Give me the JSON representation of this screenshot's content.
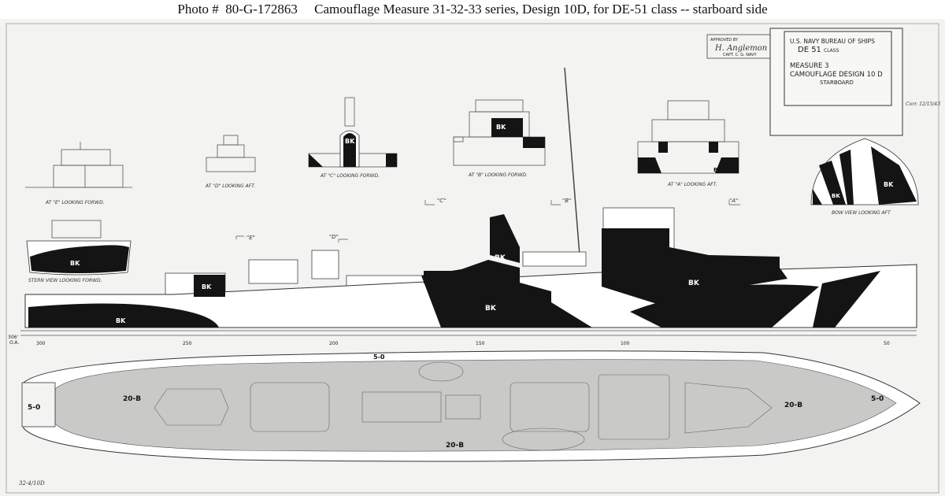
{
  "caption": {
    "photo_no": "Photo #  80-G-172863",
    "title": "Camouflage Measure 31-32-33 series, Design 10D, for DE-51 class -- starboard side"
  },
  "approval": {
    "stamp": "APPROVED BY",
    "signature": "H. Anglemon",
    "rank": "CAPT. C. G. NAVY"
  },
  "title_block": {
    "line1": "U.S. NAVY  BUREAU OF SHIPS",
    "class_no": "DE 51",
    "class_word": "CLASS",
    "measure": "MEASURE 3",
    "design": "CAMOUFLAGE DESIGN 10 D",
    "side": "STARBOARD"
  },
  "side_note": "Corr. 12/15/43",
  "section_labels": {
    "e": "AT \"E\" LOOKING FORWD.",
    "d": "AT \"D\" LOOKING AFT.",
    "c": "AT \"C\" LOOKING FORWD.",
    "b": "AT \"B\" LOOKING FORWD.",
    "a": "AT \"A\" LOOKING AFT.",
    "bow": "BOW VIEW LOOKING AFT",
    "stern": "STERN VIEW LOOKING FORWD."
  },
  "markers": {
    "e": "\"E\"",
    "d": "\"D\"",
    "c": "\"C\"",
    "b": "\"B\"",
    "a": "\"A\""
  },
  "color_code_dark": "BK",
  "deck_codes": {
    "edge": "5-0",
    "deck": "20-B"
  },
  "scale": {
    "oa": "306'\nO.A.",
    "oa_top": "306'",
    "oa_bottom": "O.A.",
    "ticks": [
      "300",
      "250",
      "200",
      "150",
      "100",
      "50"
    ]
  },
  "sheet_no": "32-4/10D",
  "colors": {
    "paper": "#f3f3f1",
    "dark": "#141414",
    "deck": "#c9c9c7",
    "line": "#555555"
  }
}
